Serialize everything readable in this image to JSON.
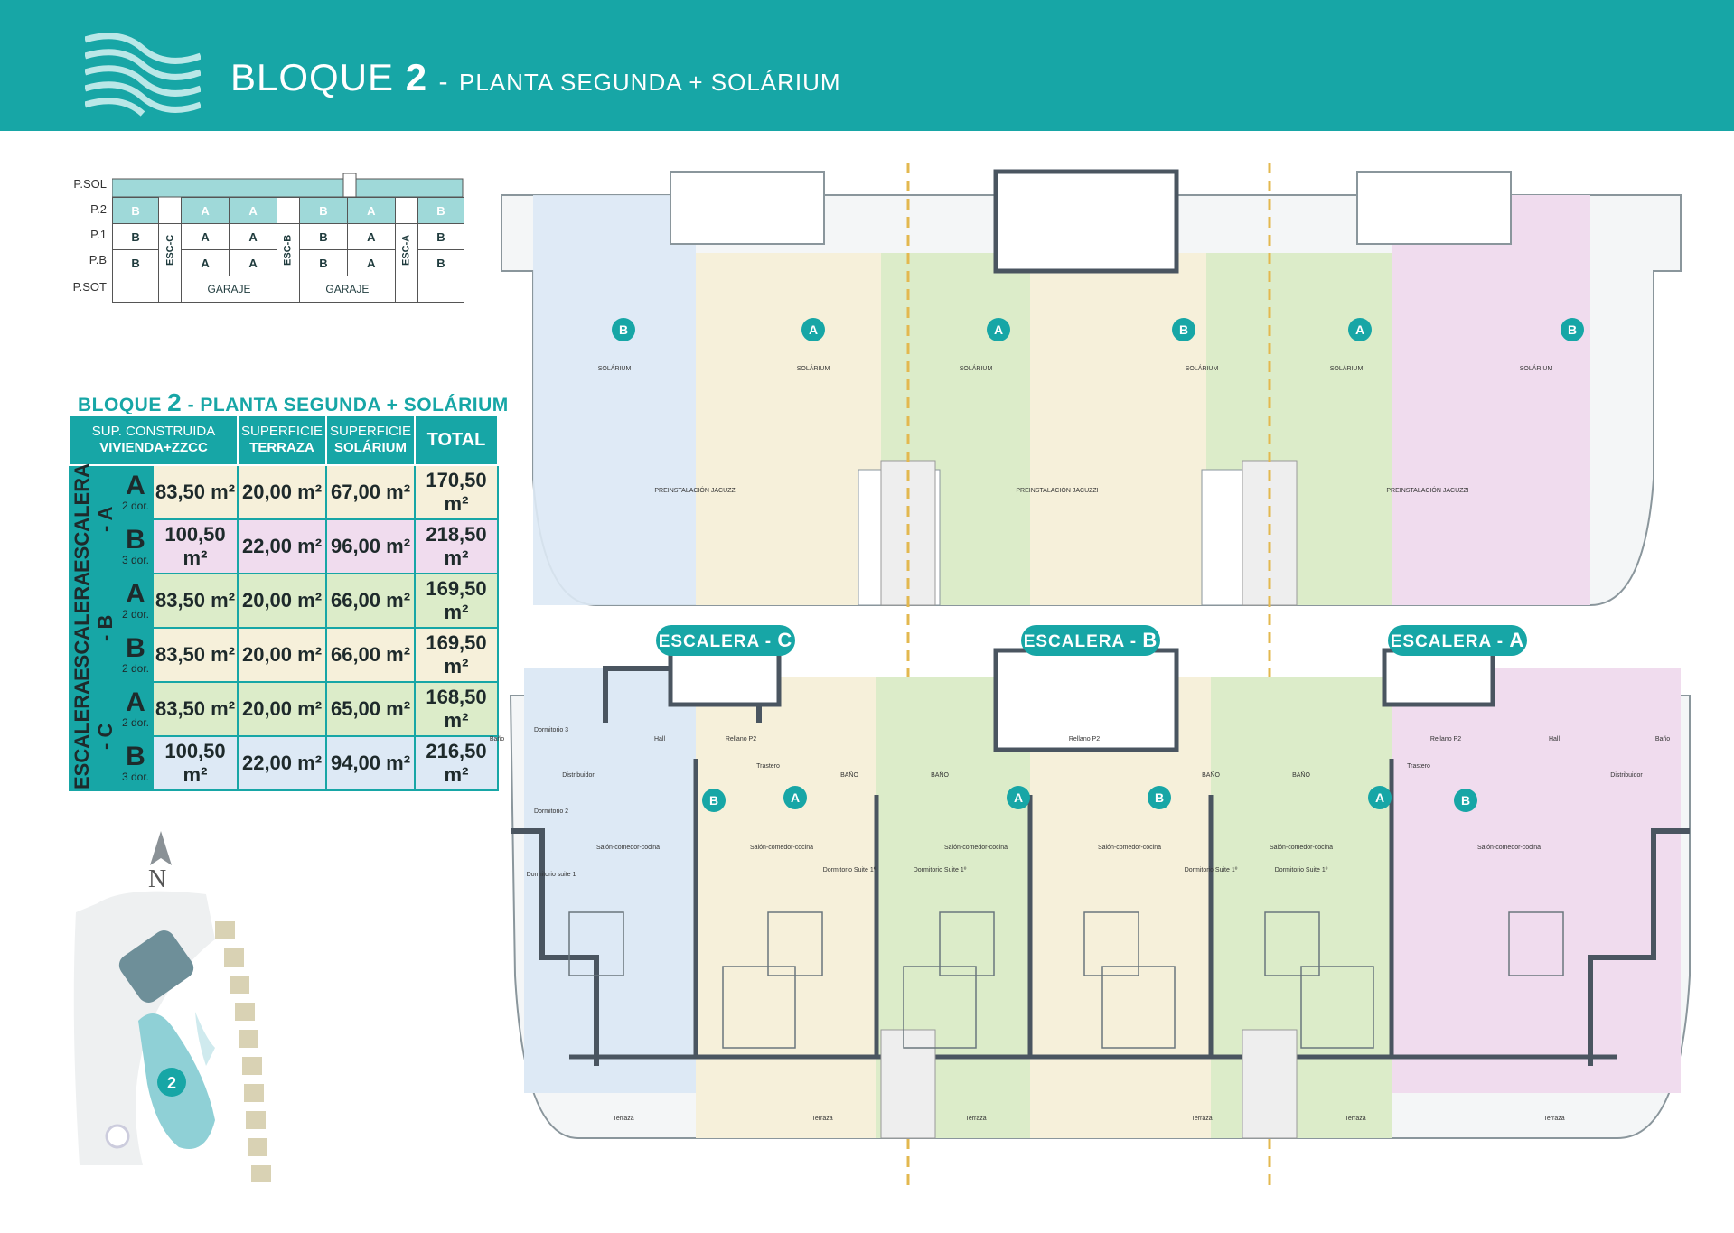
{
  "header": {
    "title_main": "BLOQUE",
    "title_num": "2",
    "title_dash": "-",
    "title_sub": "PLANTA SEGUNDA + SOLÁRIUM"
  },
  "section": {
    "levels": [
      "P.SOL",
      "P.2",
      "P.1",
      "P.B",
      "P.SOT"
    ],
    "row_p2": [
      "B",
      "A",
      "A",
      "B",
      "A",
      "B"
    ],
    "row_p1": [
      "B",
      "A",
      "A",
      "B",
      "A",
      "B"
    ],
    "row_pb": [
      "B",
      "A",
      "A",
      "B",
      "A",
      "B"
    ],
    "stairs": [
      "ESC-C",
      "ESC-B",
      "ESC-A"
    ],
    "garage": [
      "GARAJE",
      "GARAJE"
    ]
  },
  "table": {
    "title_a": "BLOQUE ",
    "title_num": "2",
    "title_b": " - PLANTA SEGUNDA + SOLÁRIUM",
    "headers": {
      "h1a": "SUP. CONSTRUIDA",
      "h1b": "VIVIENDA+ZZCC",
      "h2a": "SUPERFICIE",
      "h2b": "TERRAZA",
      "h3a": "SUPERFICIE",
      "h3b": "SOLÁRIUM",
      "h4": "TOTAL"
    },
    "groups": [
      {
        "escalera": "ESCALERA - A",
        "rows": [
          {
            "unit": "A",
            "dor": "2 dor.",
            "viv": "83,50 m²",
            "ter": "20,00 m²",
            "sol": "67,00 m²",
            "tot": "170,50 m²"
          },
          {
            "unit": "B",
            "dor": "3 dor.",
            "viv": "100,50 m²",
            "ter": "22,00 m²",
            "sol": "96,00 m²",
            "tot": "218,50 m²"
          }
        ]
      },
      {
        "escalera": "ESCALERA - B",
        "rows": [
          {
            "unit": "A",
            "dor": "2 dor.",
            "viv": "83,50 m²",
            "ter": "20,00 m²",
            "sol": "66,00 m²",
            "tot": "169,50 m²"
          },
          {
            "unit": "B",
            "dor": "2 dor.",
            "viv": "83,50 m²",
            "ter": "20,00 m²",
            "sol": "66,00 m²",
            "tot": "169,50 m²"
          }
        ]
      },
      {
        "escalera": "ESCALERA - C",
        "rows": [
          {
            "unit": "A",
            "dor": "2 dor.",
            "viv": "83,50 m²",
            "ter": "20,00 m²",
            "sol": "65,00 m²",
            "tot": "168,50 m²"
          },
          {
            "unit": "B",
            "dor": "3 dor.",
            "viv": "100,50 m²",
            "ter": "22,00 m²",
            "sol": "94,00 m²",
            "tot": "216,50 m²"
          }
        ]
      }
    ]
  },
  "compass": {
    "label": "N"
  },
  "siteplan": {
    "block_label": "2"
  },
  "plans": {
    "escaleras": [
      {
        "pre": "ESCALERA - ",
        "letter": "C"
      },
      {
        "pre": "ESCALERA - ",
        "letter": "B"
      },
      {
        "pre": "ESCALERA - ",
        "letter": "A"
      }
    ],
    "solarium_markers": [
      "B",
      "A",
      "A",
      "B",
      "A",
      "B"
    ],
    "floor_markers": [
      "B",
      "A",
      "A",
      "B",
      "A",
      "B"
    ],
    "solarium_label": "SOLÁRIUM",
    "jacuzzi_label": "PREINSTALACIÓN JACUZZI",
    "terrace_label": "Terraza",
    "room_labels": [
      "Dormitorio 2",
      "Dormitorio 3",
      "Dormitorio suite 1",
      "Salón-comedor-cocina",
      "Dormitorio Suite 1º",
      "BAÑO",
      "Distribuidor",
      "Rellano P2",
      "Trastero",
      "Baño",
      "Hall"
    ]
  },
  "colors": {
    "teal": "#17a6a6",
    "unitA_yellow": "#f6f0da",
    "unitA_green": "#dcecc9",
    "unitB_blue": "#dde9f5",
    "unitB_pink": "#f0dcee",
    "wall": "#4a5560"
  }
}
